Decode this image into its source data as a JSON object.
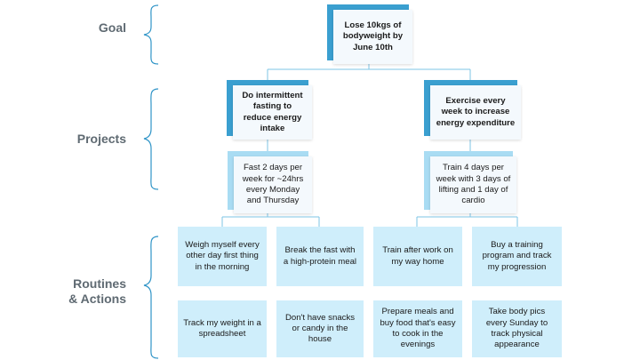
{
  "levels": {
    "goal": "Goal",
    "projects": "Projects",
    "routines_line1": "Routines",
    "routines_line2": "& Actions"
  },
  "goal": "Lose 10kgs of bodyweight by June 10th",
  "projects": {
    "fasting": "Do intermittent fasting to reduce energy intake",
    "exercise": "Exercise every week to increase energy expenditure"
  },
  "plans": {
    "fasting": "Fast 2 days per week for ~24hrs every Monday and Thursday",
    "exercise": "Train 4 days per week with 3 days of lifting and 1 day of cardio"
  },
  "routines": {
    "weigh": "Weigh myself every other day first thing in the morning",
    "break_fast": "Break the fast with a high-protein meal",
    "train_after_work": "Train after work on my way home",
    "buy_program": "Buy a training program and track my progression"
  },
  "actions": {
    "track_weight": "Track my weight in a spreadsheet",
    "no_snacks": "Don't have snacks or candy in the house",
    "prepare_meals": "Prepare meals and buy food that's easy to cook in the evenings",
    "body_pics": "Take body pics every Sunday to track physical appearance"
  },
  "colors": {
    "dark": "#3a9fd0",
    "light": "#a9dcf3",
    "pale": "#cfeefb",
    "connector": "#7ec4e6",
    "brace": "#2f94c7",
    "label": "#5f6a72"
  }
}
